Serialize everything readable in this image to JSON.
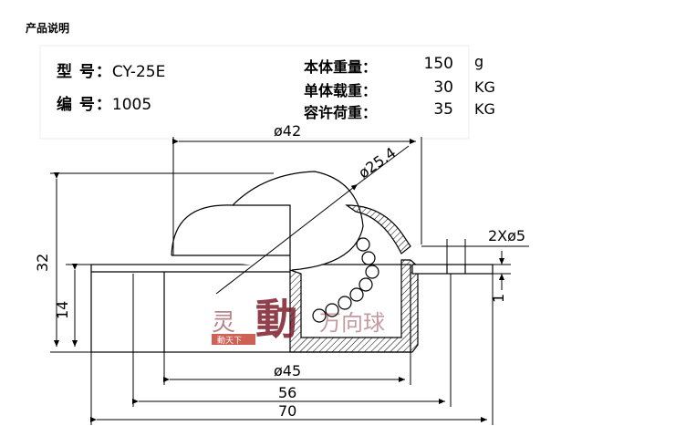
{
  "header": {
    "title": "产品说明"
  },
  "info": {
    "model_label": "型  号：",
    "model_value": "CY-25E",
    "code_label": "编  号：",
    "code_value": "1005"
  },
  "specs": [
    {
      "label": "本体重量：",
      "value": "150",
      "unit": "g"
    },
    {
      "label": "单体载重：",
      "value": "30",
      "unit": "KG"
    },
    {
      "label": "容许荷重：",
      "value": "35",
      "unit": "KG"
    }
  ],
  "dimensions": {
    "phi42": "ø42",
    "phi25_4": "ø25.4",
    "two_x_phi5": "2Xø5",
    "h32": "32",
    "h14": "14",
    "h1": "1",
    "phi45": "ø45",
    "w56": "56",
    "w70": "70"
  },
  "watermark": {
    "char1": "灵",
    "char2": "動",
    "char3": "万向球",
    "stamp": "動天下"
  },
  "colors": {
    "line": "#000000",
    "watermark": "#7d1e2c",
    "stamp": "#c0392b"
  }
}
